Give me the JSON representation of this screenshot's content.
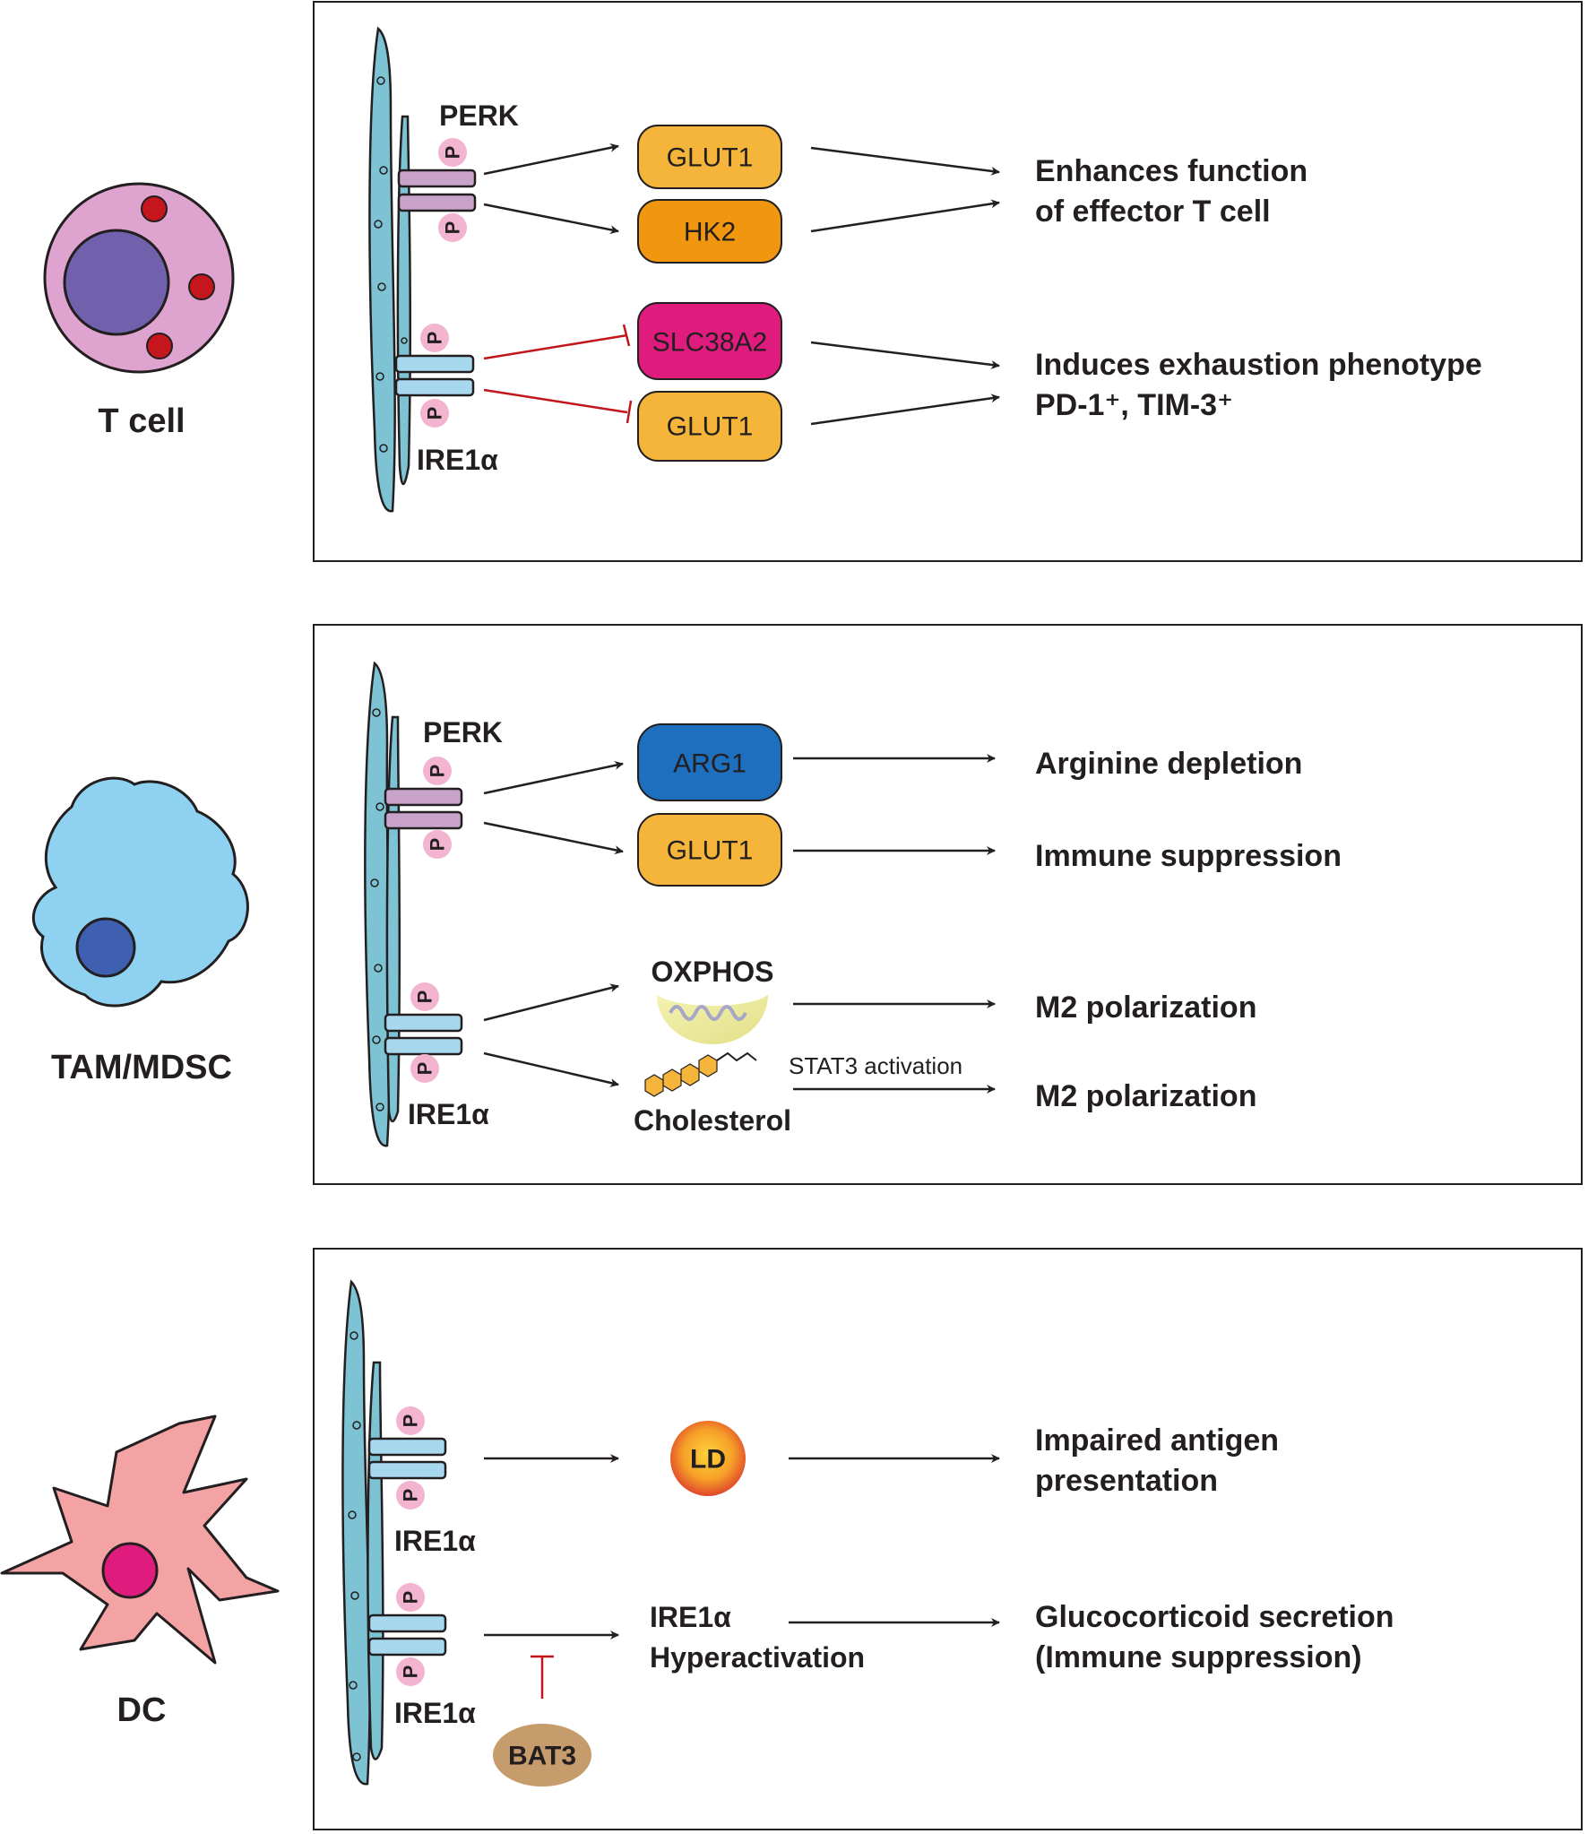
{
  "panels": [
    {
      "cell_label": "T cell",
      "receptor_top": "PERK",
      "receptor_bottom": "IRE1α",
      "phospho": "P",
      "nodes": [
        "GLUT1",
        "HK2",
        "SLC38A2",
        "GLUT1"
      ],
      "outcomes": [
        {
          "line1": "Enhances function",
          "line2": "of effector T cell"
        },
        {
          "line1": "Induces exhaustion phenotype",
          "line2": "PD-1⁺, TIM-3⁺"
        }
      ]
    },
    {
      "cell_label": "TAM/MDSC",
      "receptor_top": "PERK",
      "receptor_bottom": "IRE1α",
      "phospho": "P",
      "nodes": [
        "ARG1",
        "GLUT1"
      ],
      "oxphos_label": "OXPHOS",
      "cholesterol_label": "Cholesterol",
      "stat3_label": "STAT3 activation",
      "outcomes": [
        "Arginine depletion",
        "Immune suppression",
        "M2 polarization",
        "M2 polarization"
      ]
    },
    {
      "cell_label": "DC",
      "receptor_top": "IRE1α",
      "receptor_bottom": "IRE1α",
      "phospho": "P",
      "ld_label": "LD",
      "hyper_line1": "IRE1α",
      "hyper_line2": "Hyperactivation",
      "bat3_label": "BAT3",
      "outcomes": [
        {
          "line1": "Impaired antigen",
          "line2": "presentation"
        },
        {
          "line1": "Glucocorticoid secretion",
          "line2": "(Immune suppression)"
        }
      ]
    }
  ],
  "colors": {
    "er": "#7ec3d3",
    "perk_bar": "#c9a2c9",
    "ire_bar": "#a8d8ee",
    "phospho": "#f3b4cf",
    "glut1": "#f5b53a",
    "hk2": "#f0960f",
    "slc38a2": "#e01b7e",
    "arg1": "#1f6fbf",
    "ld_center": "#ffd43b",
    "ld_edge": "#e0482a",
    "bat3": "#c69c6d",
    "t_cell_body": "#dea3cf",
    "t_cell_nucleus": "#7161ad",
    "t_cell_granule": "#c4161c",
    "tam_body": "#8fd1f0",
    "tam_nucleus": "#3f60b0",
    "dc_body": "#f4a3a5",
    "dc_nucleus": "#e01b7e",
    "inhibit": "#c0161c",
    "arrow": "#231f20"
  }
}
